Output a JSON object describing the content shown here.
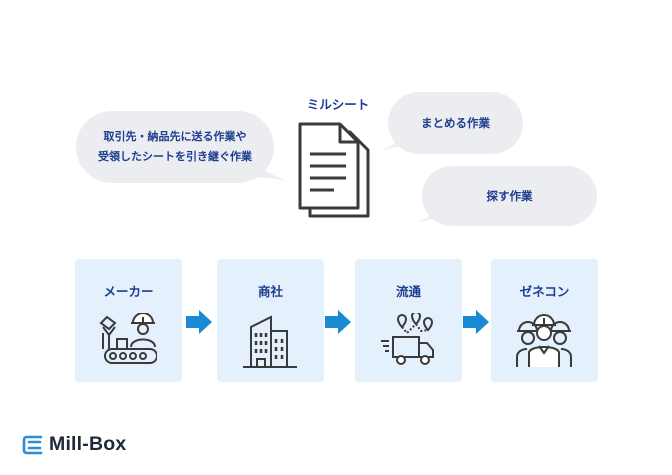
{
  "bubbles": {
    "left_line1": "取引先・納品先に送る作業や",
    "left_line2": "受領したシートを引き継ぐ作業",
    "right_top": "まとめる作業",
    "right_bottom": "探す作業"
  },
  "document": {
    "title": "ミルシート",
    "icon": "document-stack-icon"
  },
  "flow": [
    {
      "label": "メーカー",
      "icon": "factory-worker-icon"
    },
    {
      "label": "商社",
      "icon": "office-building-icon"
    },
    {
      "label": "流通",
      "icon": "delivery-truck-icon"
    },
    {
      "label": "ゼネコン",
      "icon": "construction-workers-icon"
    }
  ],
  "logo": {
    "name": "Mill-Box",
    "icon": "mill-box-logo-icon"
  },
  "colors": {
    "navy": "#1d3d8f",
    "arrow": "#1a8ad4",
    "card": "#e5f0fd",
    "bubble": "#ebedf0"
  }
}
